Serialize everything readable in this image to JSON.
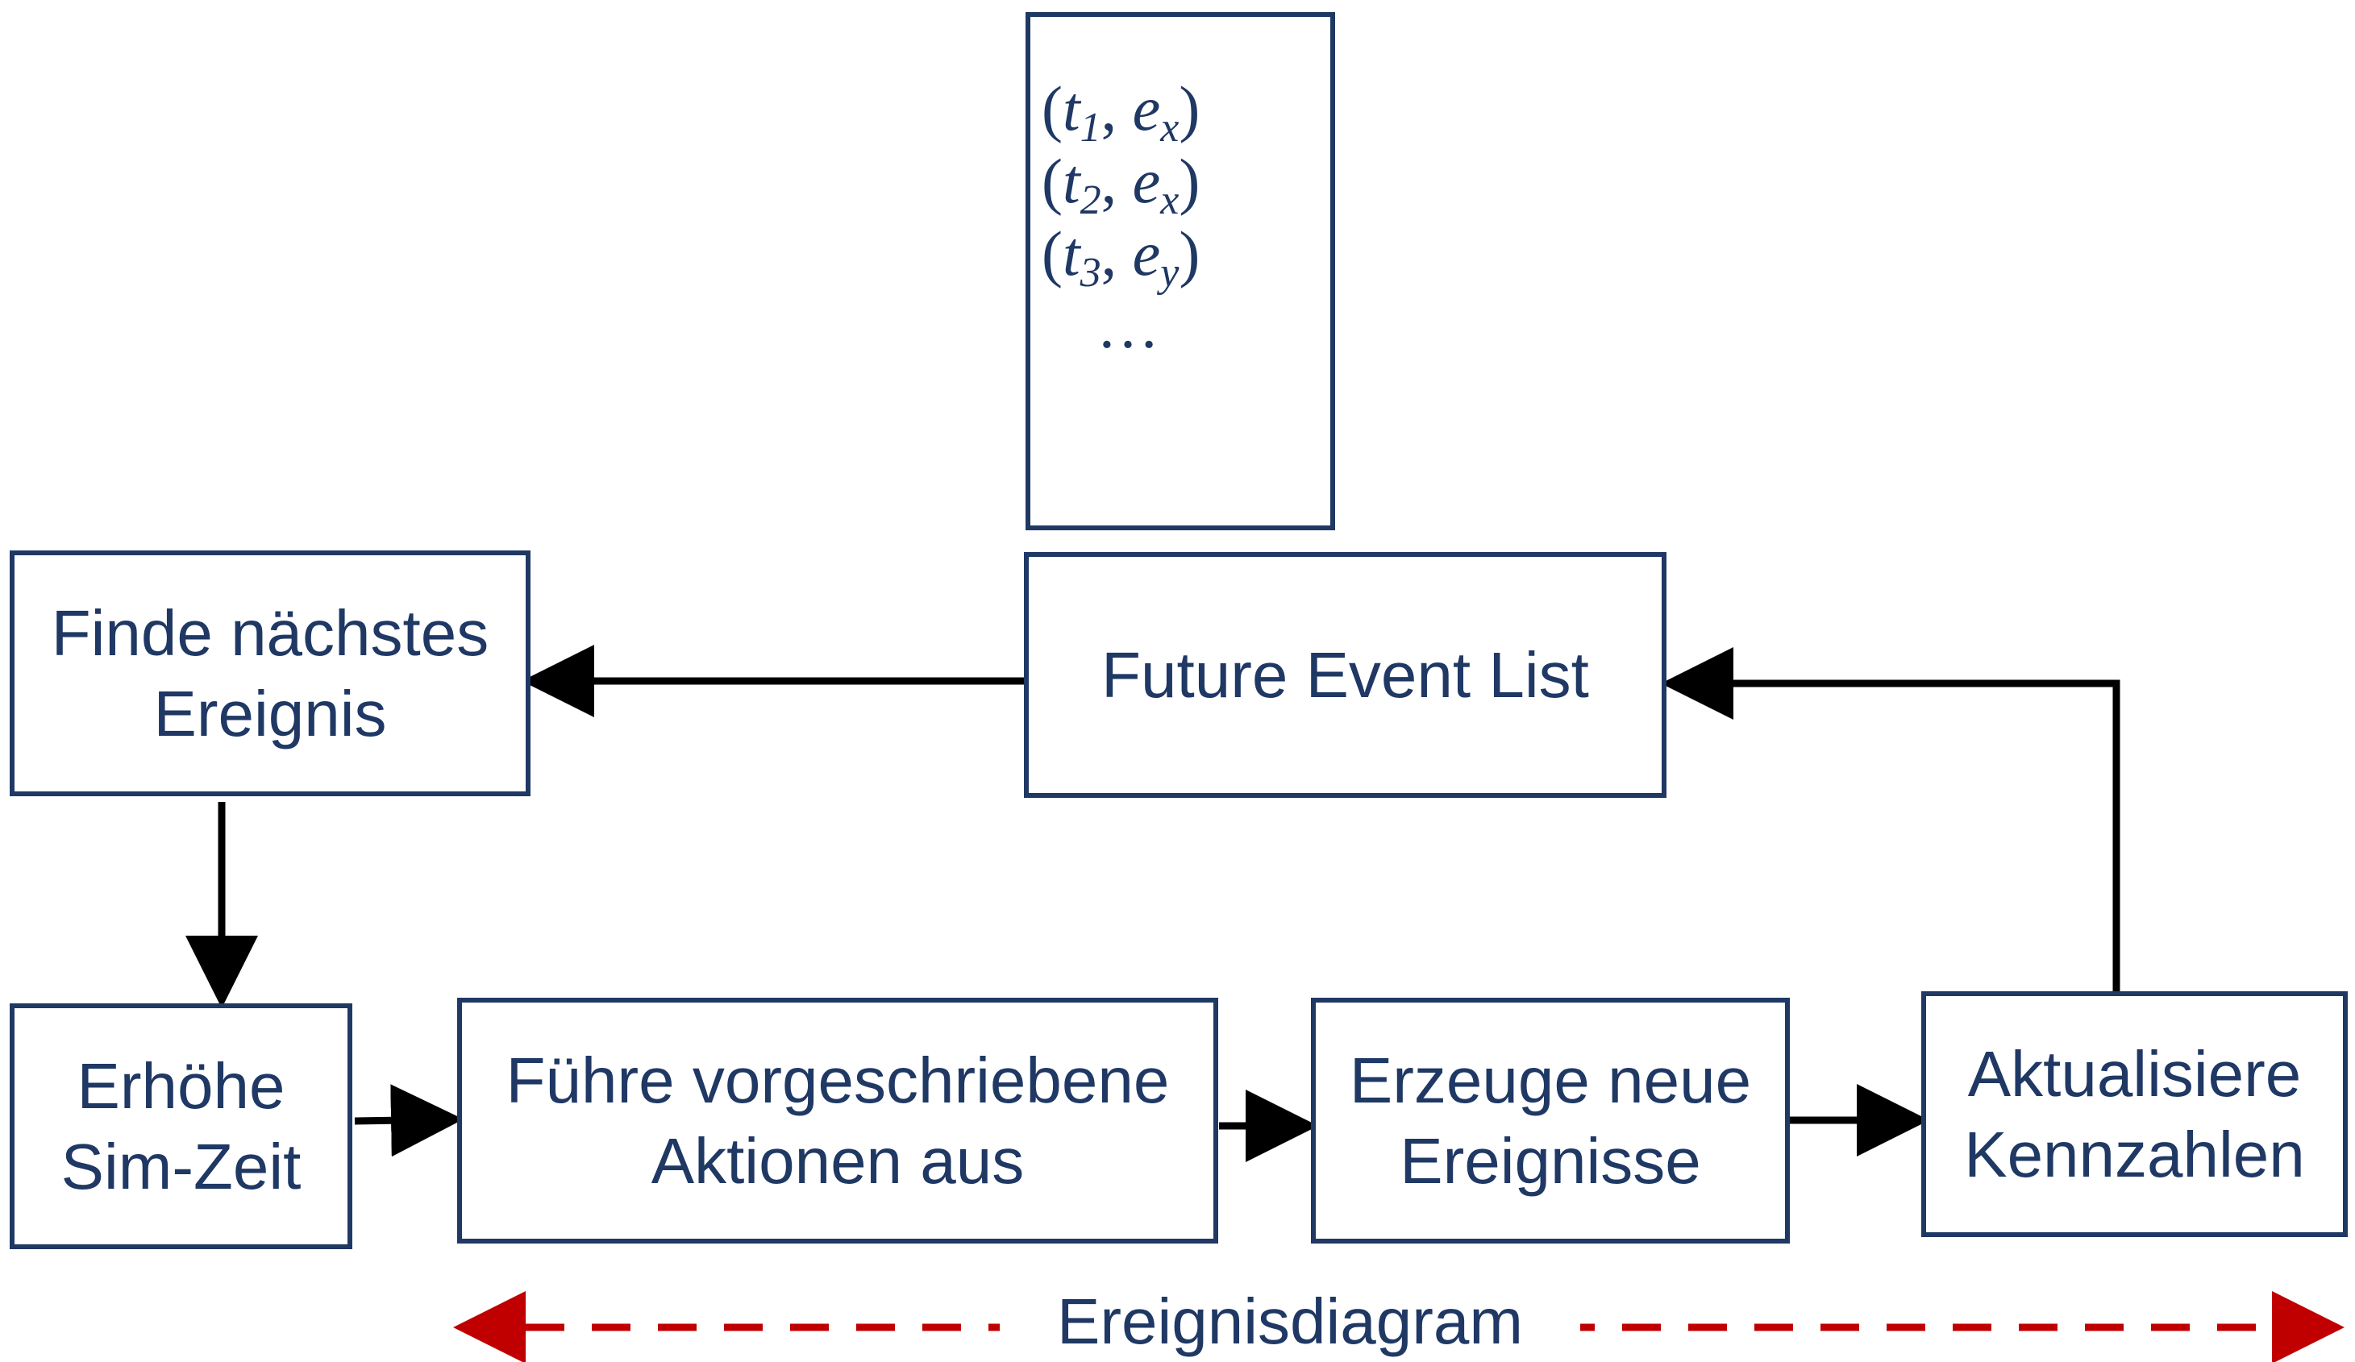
{
  "nodes": {
    "find_next": {
      "label": "Finde nächstes\nEreignis"
    },
    "future_event_list": {
      "label": "Future Event List"
    },
    "increase_time": {
      "label": "Erhöhe\nSim-Zeit"
    },
    "execute_actions": {
      "label": "Führe vorgeschriebene\nAktionen aus"
    },
    "generate_events": {
      "label": "Erzeuge neue\nEreignisse"
    },
    "update_metrics": {
      "label": "Aktualisiere\nKennzahlen"
    }
  },
  "event_list": {
    "entries": [
      {
        "t_sub": "1",
        "e_sub": "x"
      },
      {
        "t_sub": "2",
        "e_sub": "x"
      },
      {
        "t_sub": "3",
        "e_sub": "y"
      }
    ],
    "ellipsis": "…"
  },
  "span_label": "Ereignisdiagram",
  "colors": {
    "box_border": "#1f3864",
    "text": "#1f3864",
    "arrow": "#000000",
    "span_arrow": "#c00000"
  }
}
